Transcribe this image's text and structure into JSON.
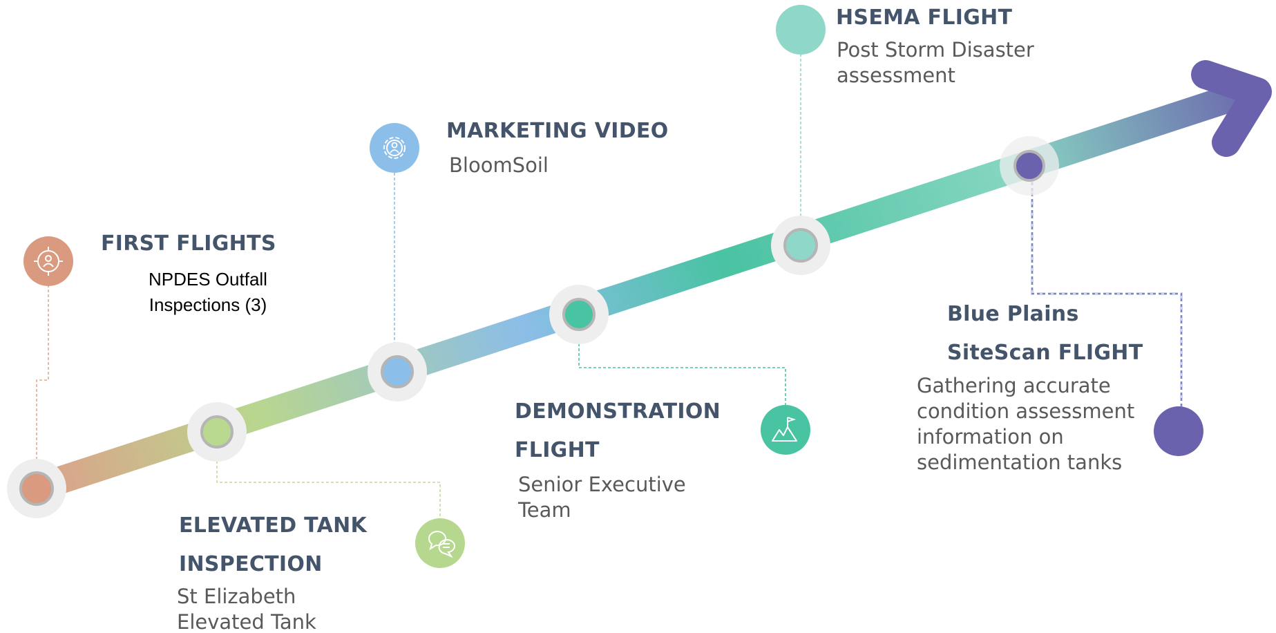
{
  "colors": {
    "orange": "#d99a7f",
    "green_light": "#b5d88e",
    "blue": "#8bbee8",
    "teal": "#49c4a2",
    "mint": "#8fd7c8",
    "purple": "#6a62ad",
    "title_text": "#44546a",
    "desc_text": "#595959"
  },
  "milestones": [
    {
      "id": "first-flights",
      "title": "FIRST FLIGHTS",
      "description": "NPDES Outfall\nInspections (3)",
      "icon": "target-user-icon",
      "color": "#d99a7f"
    },
    {
      "id": "elevated-tank",
      "title": "ELEVATED TANK\nINSPECTION",
      "description": "St Elizabeth\nElevated Tank",
      "icon": "chat-bubbles-icon",
      "color": "#b5d88e"
    },
    {
      "id": "marketing-video",
      "title": "MARKETING VIDEO",
      "description": "BloomSoil",
      "icon": "gear-user-icon",
      "color": "#8bbee8"
    },
    {
      "id": "demonstration-flight",
      "title": "DEMONSTRATION\nFLIGHT",
      "description": "Senior Executive\nTeam",
      "icon": "mountain-flag-icon",
      "color": "#49c4a2"
    },
    {
      "id": "hsema-flight",
      "title": "HSEMA FLIGHT",
      "description": "Post Storm Disaster\nassessment",
      "icon": "",
      "color": "#8fd7c8"
    },
    {
      "id": "blue-plains",
      "title": "Blue Plains\nSiteScan FLIGHT",
      "description": "Gathering accurate\ncondition assessment\ninformation on\nsedimentation tanks",
      "icon": "",
      "color": "#6a62ad"
    }
  ]
}
